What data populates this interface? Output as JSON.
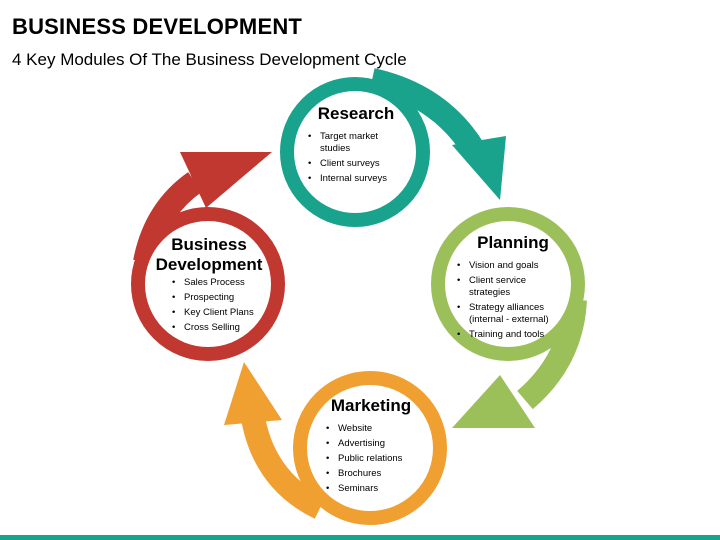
{
  "header": {
    "title": "BUSINESS DEVELOPMENT",
    "subtitle": "4 Key Modules Of The Business Development Cycle"
  },
  "colors": {
    "research": "#1aa38c",
    "planning": "#9bc05a",
    "marketing": "#f0a030",
    "business_development": "#c0382f",
    "bottom_bar": "#1aa38c"
  },
  "modules": {
    "research": {
      "title": "Research",
      "items": [
        "Target market studies",
        "Client surveys",
        "Internal surveys"
      ]
    },
    "planning": {
      "title": "Planning",
      "items": [
        "Vision and goals",
        "Client service strategies",
        "Strategy alliances (internal - external)",
        "Training and tools"
      ]
    },
    "marketing": {
      "title": "Marketing",
      "items": [
        "Website",
        "Advertising",
        "Public relations",
        "Brochures",
        "Seminars"
      ]
    },
    "business_development": {
      "title": "Business Development",
      "items": [
        "Sales Process",
        "Prospecting",
        "Key Client Plans",
        "Cross Selling"
      ]
    }
  }
}
